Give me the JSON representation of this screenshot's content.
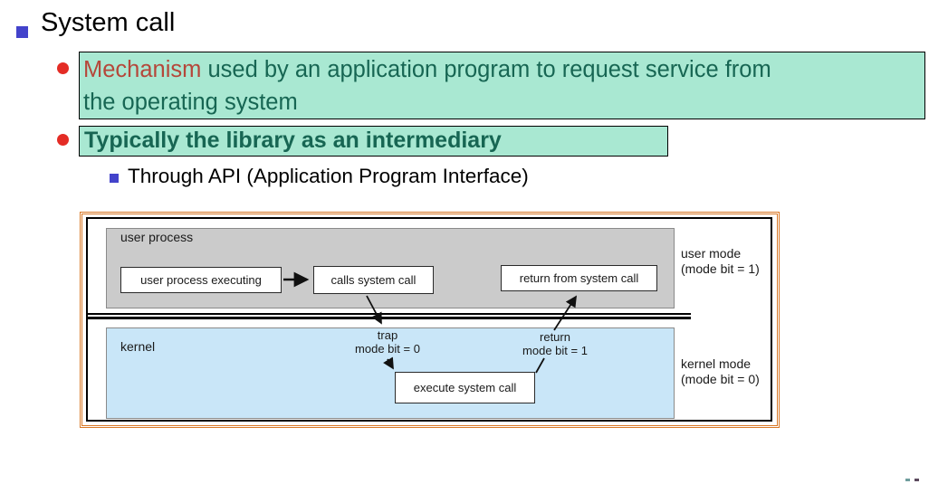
{
  "slide": {
    "title": "System call",
    "bullet1": {
      "lead": "Mechanism",
      "rest_line1": " used by an application program to request service from",
      "line2": "the operating system"
    },
    "bullet2": "Typically the library as an intermediary",
    "subbullet": "Through API (Application Program Interface)"
  },
  "diagram": {
    "user_area_label": "user process",
    "kernel_area_label": "kernel",
    "boxes": {
      "user_process_executing": "user process executing",
      "calls_system_call": "calls system call",
      "return_from_system_call": "return from system call",
      "execute_system_call": "execute system call"
    },
    "labels": {
      "trap_line1": "trap",
      "trap_line2": "mode bit = 0",
      "return_line1": "return",
      "return_line2": "mode bit = 1",
      "user_mode_line1": "user mode",
      "user_mode_line2": "(mode bit = 1)",
      "kernel_mode_line1": "kernel mode",
      "kernel_mode_line2": "(mode bit = 0)"
    }
  },
  "colors": {
    "highlight_bg": "#a9e8d2",
    "green_text": "#176653",
    "red_lead_text": "#b5473a",
    "bullet_square_blue": "#4343cb",
    "bullet_dot_red": "#e42c25",
    "figure_frame_orange": "#d97826",
    "user_area_bg": "#cbcbcb",
    "kernel_area_bg": "#c9e6f8"
  }
}
